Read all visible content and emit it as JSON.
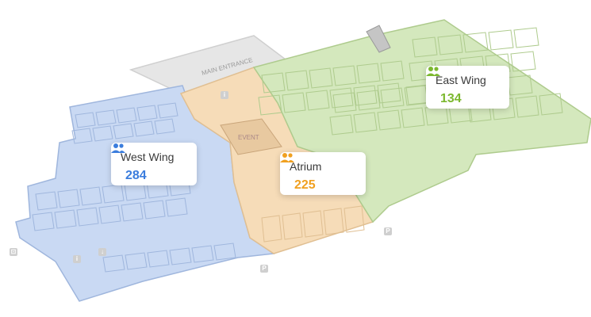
{
  "map": {
    "entrance_label": "MAIN ENTRANCE",
    "event_label": "EVENT",
    "colors": {
      "west": "#c9d9f3",
      "west_stroke": "#9fb6dd",
      "atrium": "#f6dcb8",
      "atrium_stroke": "#e0bf92",
      "east": "#d4e8bd",
      "east_stroke": "#aecb8d",
      "entrance": "#e6e6e6"
    }
  },
  "zones": [
    {
      "name": "West Wing",
      "count": "284",
      "color": "#3b7ddd"
    },
    {
      "name": "Atrium",
      "count": "225",
      "color": "#f0a020"
    },
    {
      "name": "East Wing",
      "count": "134",
      "color": "#7cb82f"
    }
  ],
  "markers": [
    {
      "label": "P",
      "icon": "parking-icon"
    },
    {
      "label": "P",
      "icon": "parking-icon"
    },
    {
      "label": "i",
      "icon": "info-icon"
    },
    {
      "label": "i",
      "icon": "info-icon"
    },
    {
      "label": "⊡",
      "icon": "elevator-icon"
    },
    {
      "label": "↓",
      "icon": "stairs-icon"
    }
  ]
}
